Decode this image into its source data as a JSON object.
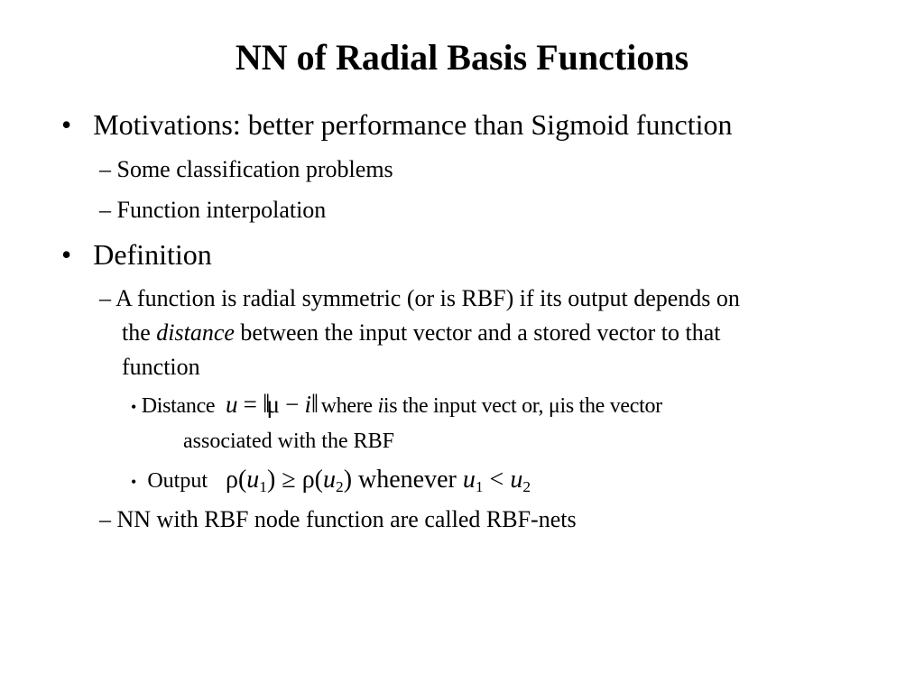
{
  "title": "NN of Radial Basis Functions",
  "bullets": {
    "motivations": "Motivations: better performance than Sigmoid function",
    "sub1": "Some classification problems",
    "sub2": "Function interpolation",
    "definition": "Definition",
    "def_line1": "A function is radial symmetric (or is RBF) if its output depends on",
    "def_line2_pre": "the",
    "def_line2_em": "distance",
    "def_line2_post": "between the input vector and a stored vector to that",
    "def_line3": "function",
    "distance_label": "Distance",
    "distance_where": "where",
    "distance_i_text": "is the input vect or,",
    "distance_mu_text": "is the vector",
    "distance_line2": "associated with the  RBF",
    "output_label": "Output",
    "output_whenever": "whenever",
    "nets": "NN with RBF node function are called RBF-nets"
  },
  "symbols": {
    "bullet": "•",
    "dash": "–",
    "u": "u",
    "i": "i",
    "mu": "μ",
    "rho": "ρ",
    "eq": "=",
    "minus": "−",
    "norm_bar": "‖",
    "geq": "≥",
    "lt": "<",
    "one": "1",
    "two": "2"
  }
}
